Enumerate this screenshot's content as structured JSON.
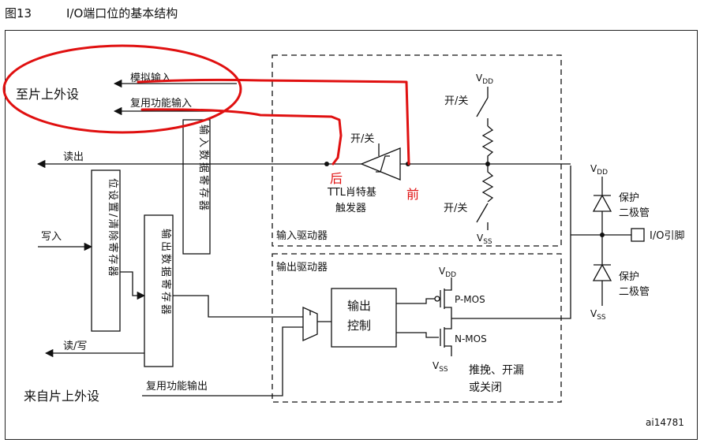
{
  "header": {
    "figure": "图13",
    "title": "I/O端口位的基本结构"
  },
  "labels": {
    "to_peripheral": "至片上外设",
    "analog_input": "模拟输入",
    "alt_func_input": "复用功能输入",
    "read_out": "读出",
    "write_in": "写入",
    "read_write": "读/写",
    "from_peripheral": "来自片上外设",
    "alt_func_output": "复用功能输出",
    "input_data_reg": "输入数据寄存器",
    "bit_set_reset_reg": "位设置/清除寄存器",
    "output_data_reg": "输出数据寄存器",
    "input_driver": "输入驱动器",
    "output_driver": "输出驱动器",
    "on_off": "开/关",
    "ttl_schmitt_1": "TTL肖特基",
    "ttl_schmitt_2": "触发器",
    "output_control_1": "输出",
    "output_control_2": "控制",
    "pmos": "P-MOS",
    "nmos": "N-MOS",
    "vdd": "V",
    "vdd_sub": "DD",
    "vss": "V",
    "vss_sub": "SS",
    "protect": "保护",
    "diode": "二极管",
    "io_pin": "I/O引脚",
    "mode_1": "推挽、开漏",
    "mode_2": "或关闭",
    "ref": "ai14781",
    "after": "后",
    "before": "前"
  },
  "colors": {
    "annotation": "#e01010",
    "line": "#111111"
  }
}
